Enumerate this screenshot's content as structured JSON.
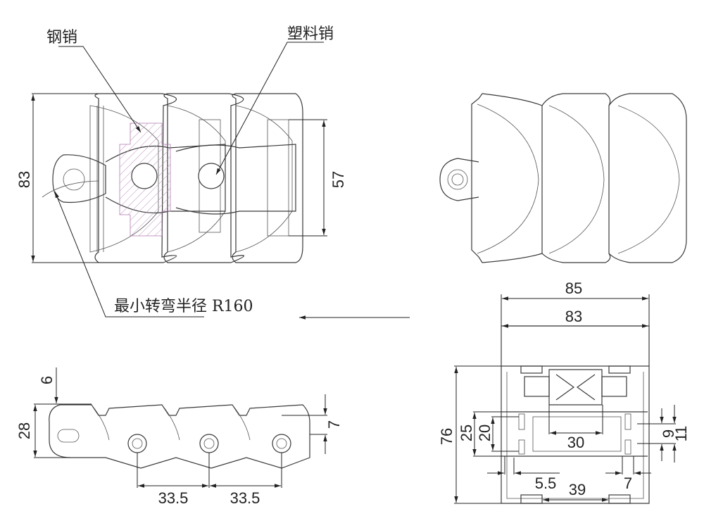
{
  "labels": {
    "steel_pin": "钢销",
    "plastic_pin": "塑料销",
    "min_radius": "最小转弯半径 R160"
  },
  "dimensions": {
    "top_height": "83",
    "top_inner": "57",
    "side_top_offset": "6",
    "side_height": "28",
    "side_right": "7",
    "pitch_1": "33.5",
    "pitch_2": "33.5",
    "section_width_outer": "85",
    "section_width_plate": "83",
    "section_height": "76",
    "section_25": "25",
    "section_20": "20",
    "section_30": "30",
    "section_5_5": "5.5",
    "section_7": "7",
    "section_39": "39",
    "section_9": "9",
    "section_11": "11"
  },
  "colors": {
    "line": "#3a3a3a",
    "hatch": "#b07ab0"
  }
}
